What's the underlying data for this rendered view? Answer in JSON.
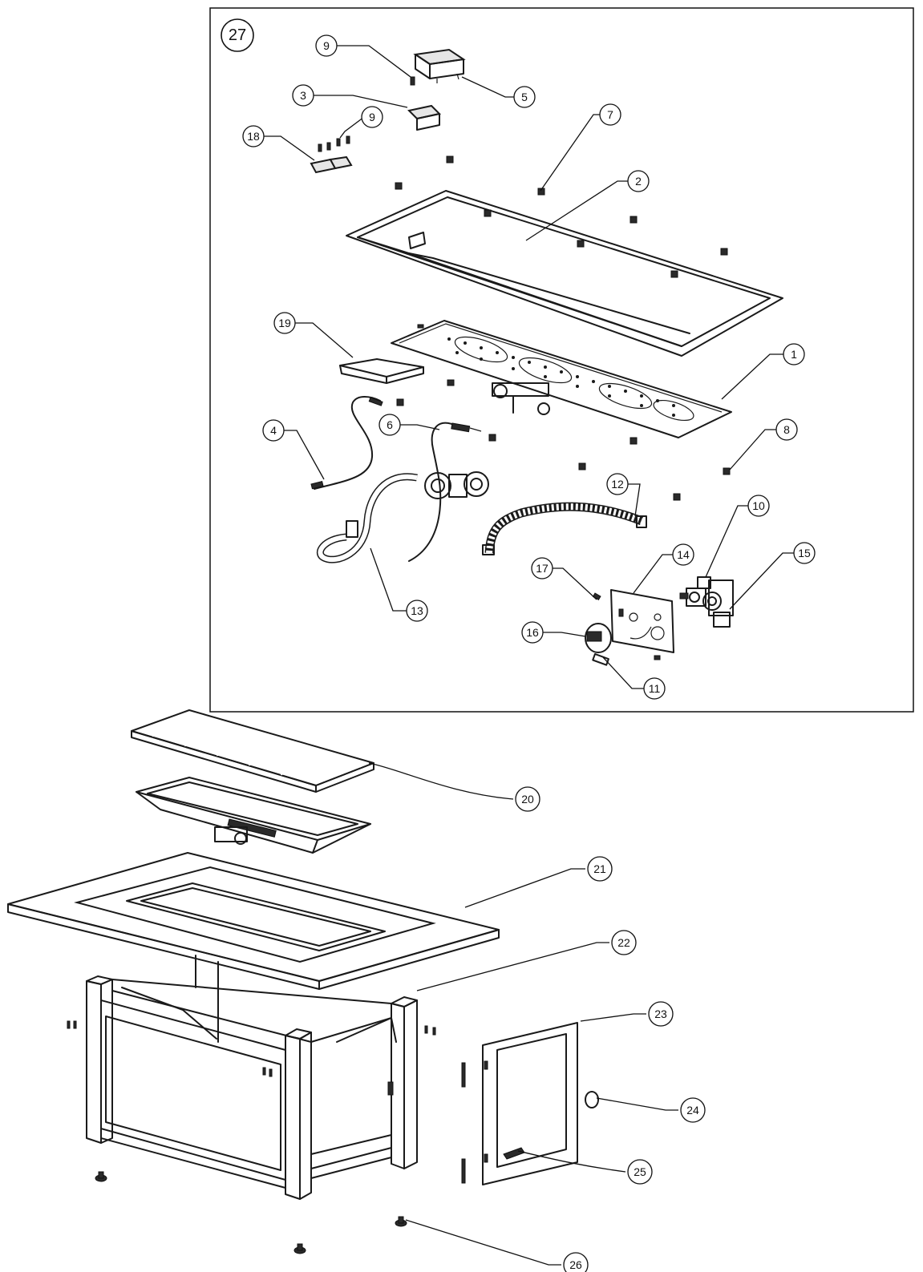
{
  "inset_label": "27",
  "parts": [
    {
      "num": "1"
    },
    {
      "num": "2"
    },
    {
      "num": "3"
    },
    {
      "num": "4"
    },
    {
      "num": "5"
    },
    {
      "num": "6"
    },
    {
      "num": "7"
    },
    {
      "num": "8"
    },
    {
      "num": "9"
    },
    {
      "num": "9"
    },
    {
      "num": "10"
    },
    {
      "num": "11"
    },
    {
      "num": "12"
    },
    {
      "num": "13"
    },
    {
      "num": "14"
    },
    {
      "num": "15"
    },
    {
      "num": "16"
    },
    {
      "num": "17"
    },
    {
      "num": "18"
    },
    {
      "num": "19"
    },
    {
      "num": "20"
    },
    {
      "num": "21"
    },
    {
      "num": "22"
    },
    {
      "num": "23"
    },
    {
      "num": "24"
    },
    {
      "num": "25"
    },
    {
      "num": "26"
    }
  ]
}
